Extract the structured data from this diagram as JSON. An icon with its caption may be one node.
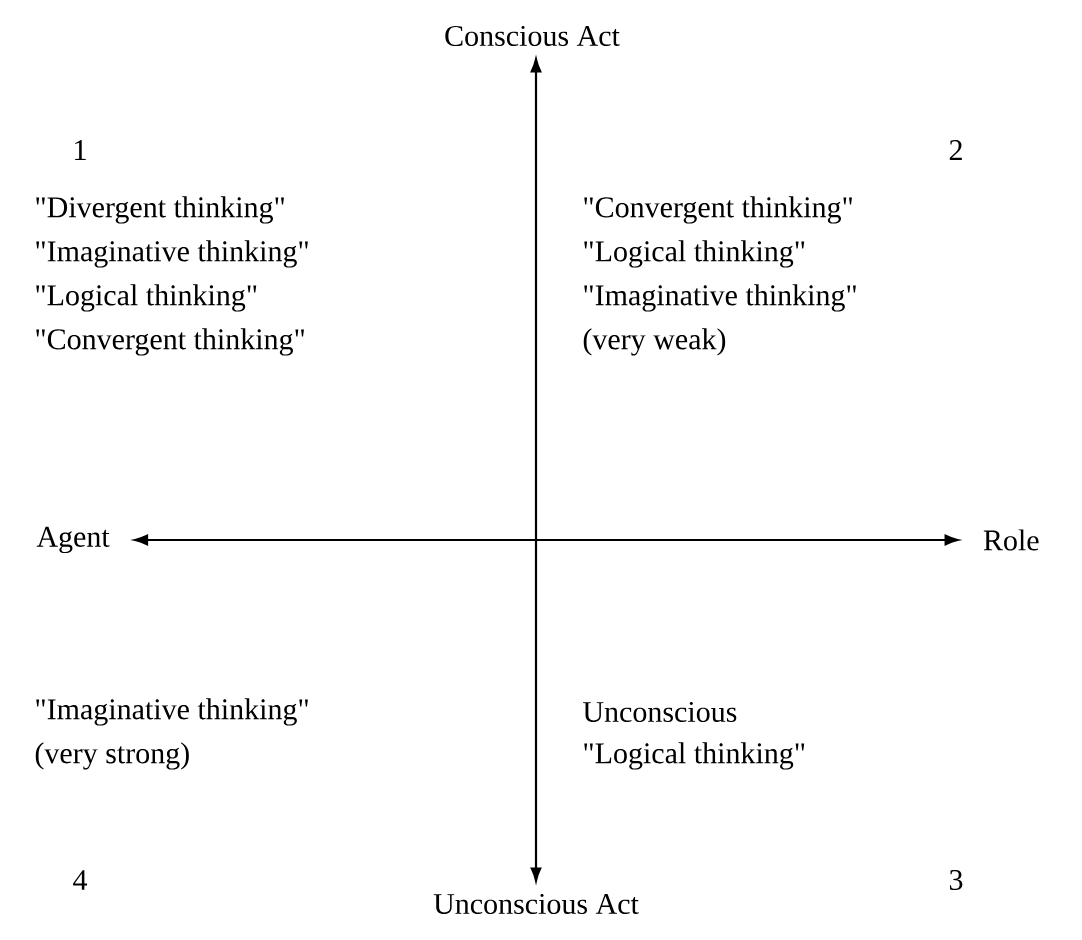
{
  "diagram": {
    "nodes": [
      {
        "text": [
          "Conscious Act"
        ]
      },
      {
        "text": [
          "Agent"
        ]
      },
      {
        "text": [
          "Role"
        ]
      },
      {
        "text": [
          "Unconscious Act"
        ]
      }
    ],
    "edges": [
      {
        "from": 0,
        "to": 3,
        "arrow": "both"
      },
      {
        "from": 1,
        "to": 2,
        "arrow": "both"
      }
    ],
    "labels": [
      "1",
      "2",
      "\"Divergent thinking\"",
      "\"Imaginative thinking\"",
      "\"Logical thinking\"",
      "\"Convergent thinking\"",
      "\"Convergent thinking\"",
      "\"Logical thinking\"",
      "\"Imaginative thinking\"",
      "(very weak)",
      "\"Imaginative thinking\"",
      "(very strong)",
      "Unconscious",
      "\"Logical thinking\"",
      "4",
      "3"
    ]
  }
}
